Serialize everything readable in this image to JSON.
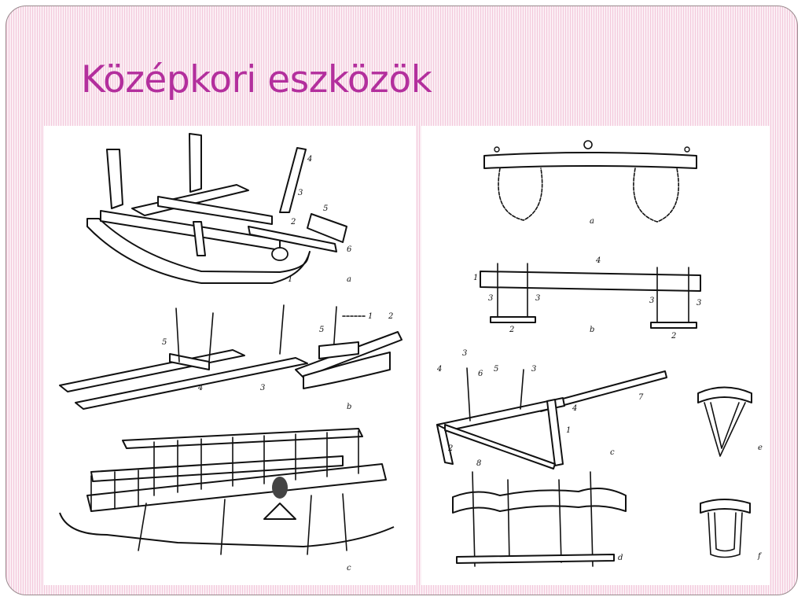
{
  "slide": {
    "title": "Középkori eszközök"
  },
  "left_panel": {
    "figures": [
      {
        "id": "a",
        "label": "a",
        "parts": [
          "1",
          "2",
          "3",
          "4",
          "5",
          "6"
        ]
      },
      {
        "id": "b",
        "label": "b",
        "parts": [
          "1",
          "2",
          "3",
          "4",
          "5",
          "5"
        ]
      },
      {
        "id": "c",
        "label": "c"
      }
    ]
  },
  "right_panel": {
    "figures": [
      {
        "id": "a",
        "label": "a"
      },
      {
        "id": "b",
        "label": "b",
        "parts": [
          "1",
          "2",
          "2",
          "3",
          "3",
          "3",
          "3",
          "4"
        ]
      },
      {
        "id": "c",
        "label": "c",
        "parts": [
          "1",
          "2",
          "3",
          "3",
          "4",
          "4",
          "5",
          "6",
          "7",
          "8"
        ]
      },
      {
        "id": "d",
        "label": "d"
      },
      {
        "id": "e",
        "label": "e"
      },
      {
        "id": "f",
        "label": "f"
      }
    ]
  }
}
